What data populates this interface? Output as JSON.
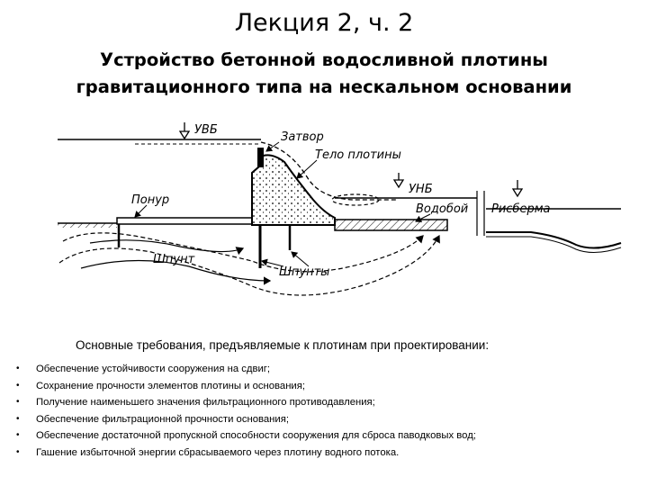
{
  "slide": {
    "title": "Лекция 2, ч. 2",
    "subtitle_line1": "Устройство бетонной водосливной плотины",
    "subtitle_line2": "гравитационного типа на нескальном основании"
  },
  "diagram": {
    "labels": {
      "ubb": "УВБ",
      "zatvor": "Затвор",
      "telo": "Тело плотины",
      "unb": "УНБ",
      "ponur": "Понур",
      "vodoboy": "Водобой",
      "risberma": "Рисберма",
      "shpunt": "Шпунт",
      "shpunty": "Шпунты"
    }
  },
  "requirements": {
    "heading": "Основные требования, предъявляемые к плотинам при проектировании:",
    "bullet_char": "•",
    "items": [
      "Обеспечение устойчивости сооружения на сдвиг;",
      "Сохранение прочности элементов плотины и основания;",
      "Получение наименьшего значения фильтрационного противодавления;",
      "Обеспечение фильтрационной прочности основания;",
      "Обеспечение достаточной пропускной способности сооружения для сброса паводковых вод;",
      "Гашение избыточной энергии сбрасываемого через плотину водного потока."
    ]
  }
}
